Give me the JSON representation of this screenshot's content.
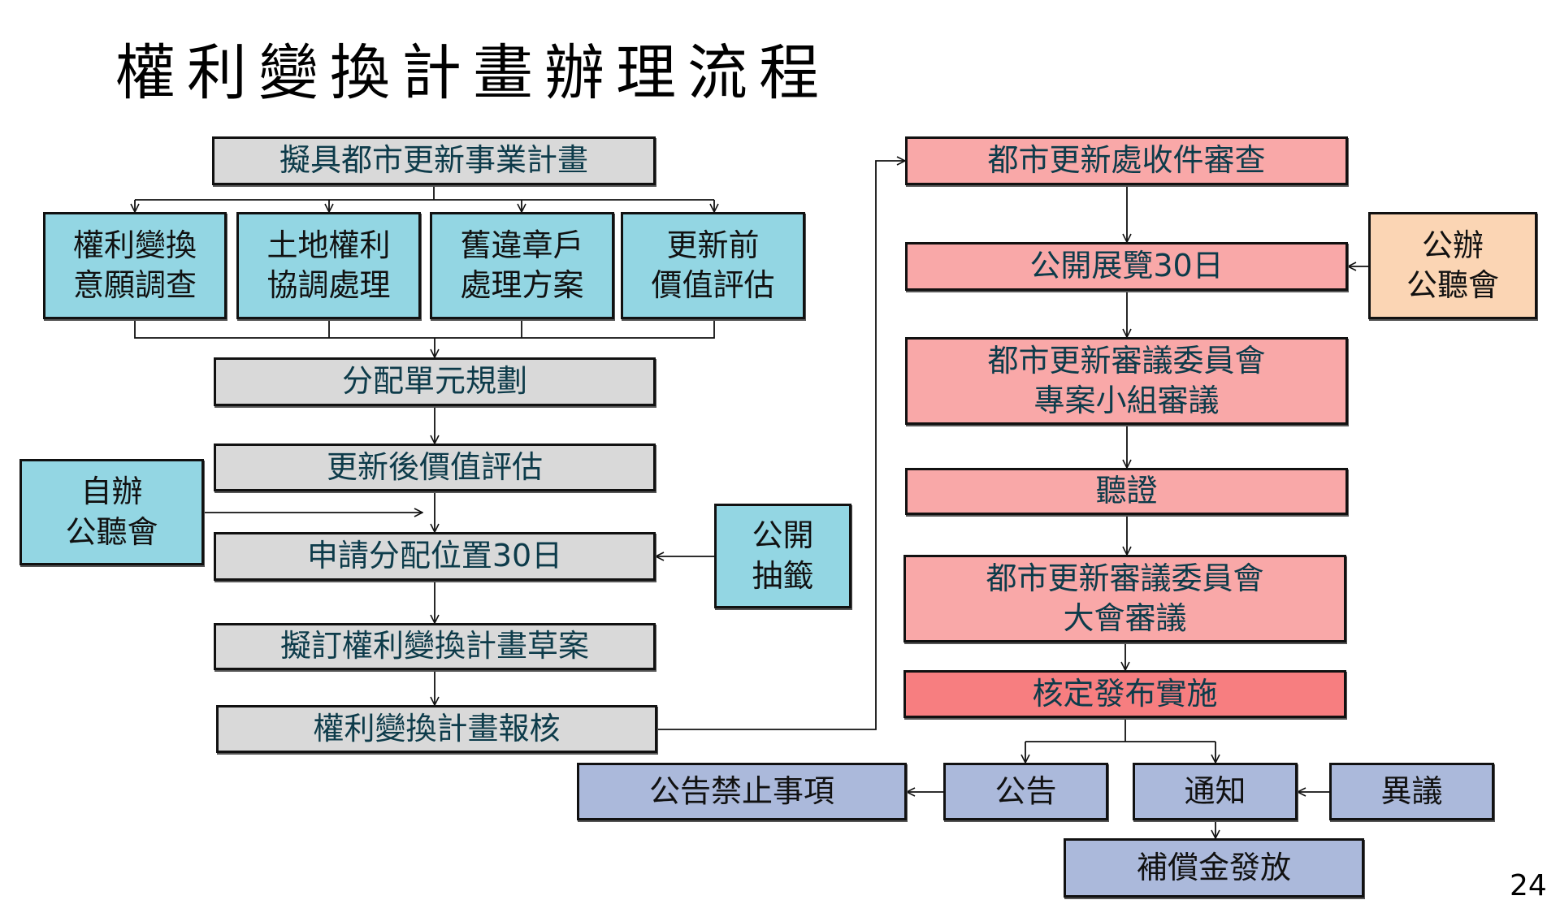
{
  "title": "權利變換計畫辦理流程",
  "page_number": "24",
  "colors": {
    "gray_step": "#d9d9d9",
    "cyan_step": "#93d6e3",
    "pink_step": "#f9a8a8",
    "red_step": "#f77e80",
    "peach_step": "#fbd5b4",
    "blue_step": "#abb9db",
    "text": "#0d3b4a"
  },
  "left_flow": {
    "prepare_plan": "擬具都市更新事業計畫",
    "sub_tasks": [
      "權利變換\n意願調查",
      "土地權利\n協調處理",
      "舊違章戶\n處理方案",
      "更新前\n價值評估"
    ],
    "unit_planning": "分配單元規劃",
    "post_valuation": "更新後價值評估",
    "self_hearing": "自辦\n公聽會",
    "apply_allocation": "申請分配位置30日",
    "public_lottery": "公開\n抽籤",
    "draft_plan": "擬訂權利變換計畫草案",
    "submit_plan": "權利變換計畫報核"
  },
  "right_flow": {
    "office_review": "都市更新處收件審查",
    "public_exhibit": "公開展覽30日",
    "official_hearing": "公辦\n公聽會",
    "committee_group": "都市更新審議委員會\n專案小組審議",
    "testimony": "聽證",
    "committee_general": "都市更新審議委員會\n大會審議",
    "approval": "核定發布實施"
  },
  "final_steps": {
    "prohibitions": "公告禁止事項",
    "announcement": "公告",
    "notification": "通知",
    "objection": "異議",
    "compensation": "補償金發放"
  }
}
